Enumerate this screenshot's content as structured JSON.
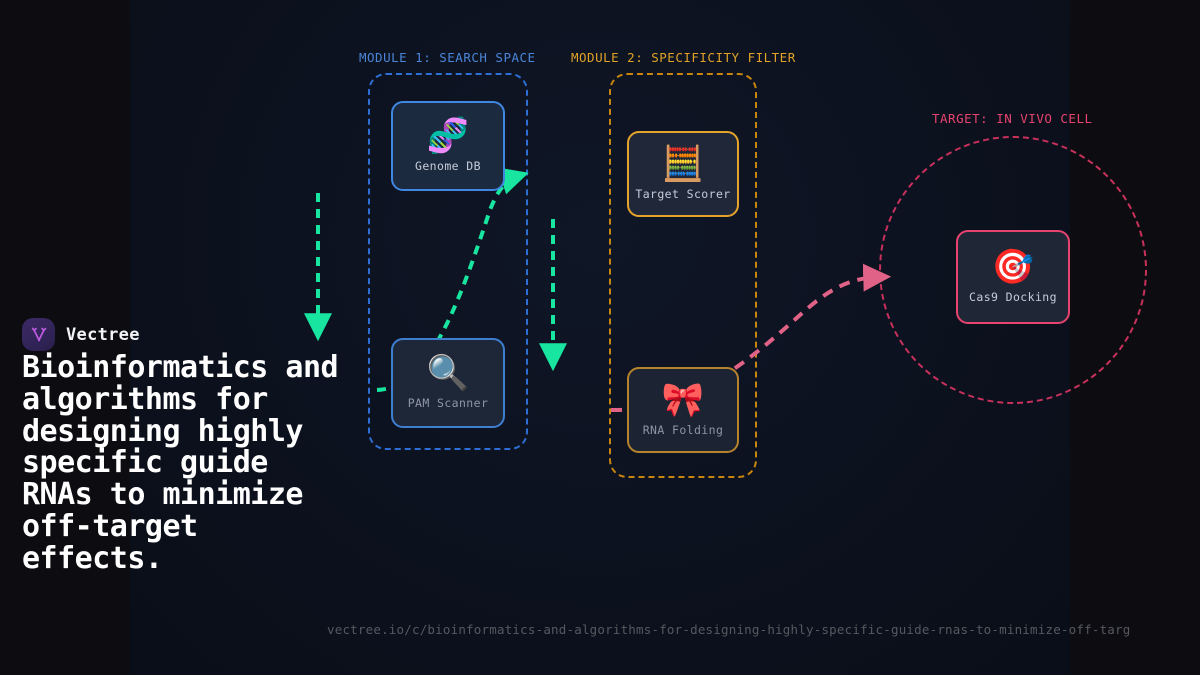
{
  "brand": {
    "name": "Vectree",
    "logo_icon": "vectree-v-tree-icon",
    "logo_color": "#c05ae0"
  },
  "headline": "Bioinformatics and algorithms for designing highly specific guide RNAs to minimize off-target effects.",
  "footer": {
    "url": "vectree.io/c/bioinformatics-and-algorithms-for-designing-highly-specific-guide-rnas-to-minimize-off-targ"
  },
  "diagram": {
    "groups": [
      {
        "id": "module1",
        "label": "MODULE 1: SEARCH SPACE",
        "color": "#4a86d8"
      },
      {
        "id": "module2",
        "label": "MODULE 2: SPECIFICITY FILTER",
        "color": "#e0a227"
      },
      {
        "id": "target",
        "label": "TARGET: IN VIVO CELL",
        "color": "#e8436f"
      }
    ],
    "nodes": [
      {
        "id": "genome",
        "label": "Genome DB",
        "emoji": "🧬",
        "icon": "dna-helix-icon",
        "border": "#3f87e0"
      },
      {
        "id": "pam",
        "label": "PAM Scanner",
        "emoji": "🔍",
        "icon": "magnifier-icon",
        "border": "#3f7fd0"
      },
      {
        "id": "scorer",
        "label": "Target Scorer",
        "emoji": "🧮",
        "icon": "abacus-icon",
        "border": "#e5a32c"
      },
      {
        "id": "rna",
        "label": "RNA Folding",
        "emoji": "🎀",
        "icon": "ribbon-bow-icon",
        "border": "#b5832c"
      },
      {
        "id": "cas9",
        "label": "Cas9 Docking",
        "emoji": "🎯",
        "icon": "dart-target-icon",
        "border": "#e8436f"
      }
    ],
    "edges": [
      {
        "from": "genome",
        "to": "pam",
        "color": "#18e6a0",
        "style": "dashed"
      },
      {
        "from": "pam",
        "to": "scorer",
        "color": "#18e6a0",
        "style": "dashed"
      },
      {
        "from": "scorer",
        "to": "rna",
        "color": "#18e6a0",
        "style": "dashed"
      },
      {
        "from": "rna",
        "to": "cas9",
        "color": "#e06287",
        "style": "dashed"
      }
    ]
  }
}
